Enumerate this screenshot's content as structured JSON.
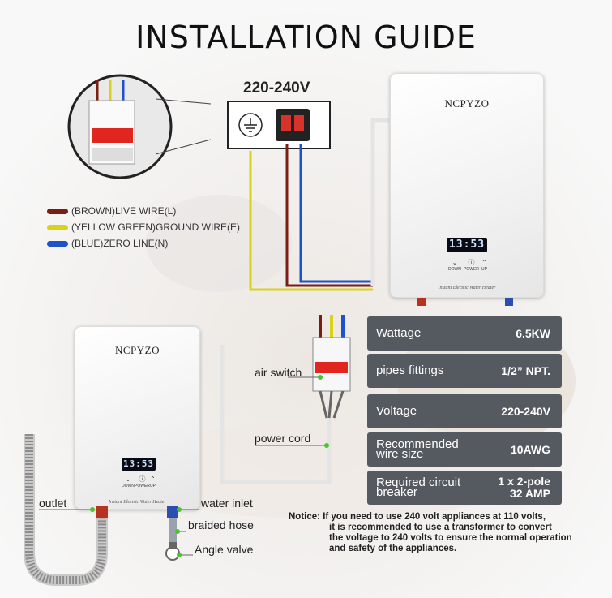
{
  "title": "INSTALLATION GUIDE",
  "voltage": "220-240V",
  "legend": [
    {
      "label": "(BROWN)LIVE WIRE(L)",
      "color": "#7a1e14"
    },
    {
      "label": "(YELLOW GREEN)GROUND WIRE(E)",
      "color": "#d9d21a"
    },
    {
      "label": "(BLUE)ZERO LINE(N)",
      "color": "#1f52c9"
    }
  ],
  "heater_top": {
    "brand": "NCPYZO",
    "display": "13:53",
    "controls": [
      {
        "glyph": "⌄",
        "label": "DOWN"
      },
      {
        "glyph": "ⓘ",
        "label": "POWER"
      },
      {
        "glyph": "⌃",
        "label": "UP"
      }
    ],
    "model": "Instant Electric Water Heater"
  },
  "heater_bottom": {
    "brand": "NCPYZO",
    "display": "13:53",
    "controls": [
      {
        "glyph": "⌄",
        "label": "DOWN"
      },
      {
        "glyph": "ⓘ",
        "label": "POWER"
      },
      {
        "glyph": "⌃",
        "label": "UP"
      }
    ],
    "model": "Instant Electric Water Heater"
  },
  "specs": [
    {
      "label": "Wattage",
      "value": "6.5KW"
    },
    {
      "label": "pipes fittings",
      "value": "1/2”  NPT."
    },
    {
      "label": "Voltage",
      "value": "220-240V"
    },
    {
      "label": "Recommended wire size",
      "value": "10AWG"
    },
    {
      "label": "Required circuit breaker",
      "value": "1 x 2-pole",
      "value2": "32 AMP"
    }
  ],
  "callouts": {
    "air_switch": "air switch",
    "power_cord": "power cord",
    "outlet": "outlet",
    "water_inlet": "water inlet",
    "braided_hose": "braided hose",
    "angle_valve": "Angle valve"
  },
  "notice": {
    "label": "Notice:",
    "lines": [
      "If you need to use 240 volt appliances at 110 volts,",
      "it is recommended to use a transformer to convert",
      "the voltage to 240 volts to ensure the normal operation",
      "and safety of the appliances."
    ]
  }
}
